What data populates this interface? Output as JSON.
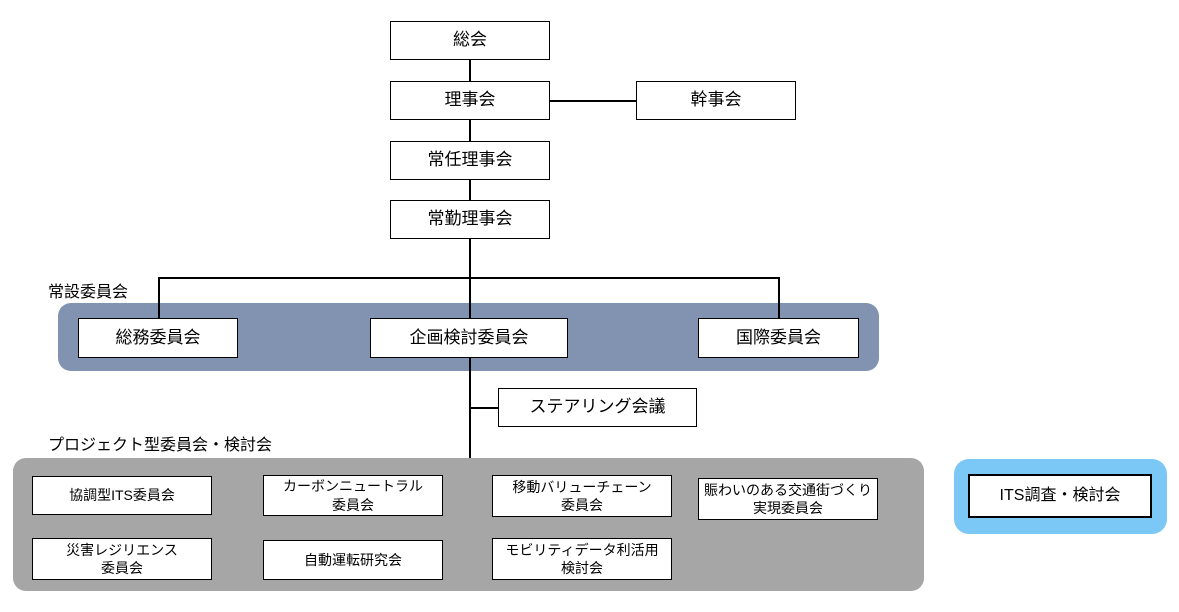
{
  "colors": {
    "standing_band": "#8293B1",
    "project_band": "#A6A6A6",
    "highlight_band": "#7BC8F7",
    "box_background": "#FFFFFF",
    "box_border": "#000000"
  },
  "hierarchy": {
    "general_assembly": "総会",
    "board_of_directors": "理事会",
    "secretariat": "幹事会",
    "standing_directors": "常任理事会",
    "full_time_directors": "常勤理事会"
  },
  "standing_section": {
    "label": "常設委員会",
    "committees": [
      {
        "label": "総務委員会"
      },
      {
        "label": "企画検討委員会"
      },
      {
        "label": "国際委員会"
      }
    ]
  },
  "steering_meeting": {
    "label": "ステアリング会議"
  },
  "project_section": {
    "label": "プロジェクト型委員会・検討会",
    "committees": [
      {
        "label": "協調型ITS委員会"
      },
      {
        "label": "カーボンニュートラル\n委員会"
      },
      {
        "label": "移動バリューチェーン\n委員会"
      },
      {
        "label": "賑わいのある交通街づくり\n実現委員会"
      },
      {
        "label": "災害レジリエンス\n委員会"
      },
      {
        "label": "自動運転研究会"
      },
      {
        "label": "モビリティデータ利活用\n検討会"
      }
    ]
  },
  "highlighted_group": {
    "label": "ITS調査・検討会"
  }
}
